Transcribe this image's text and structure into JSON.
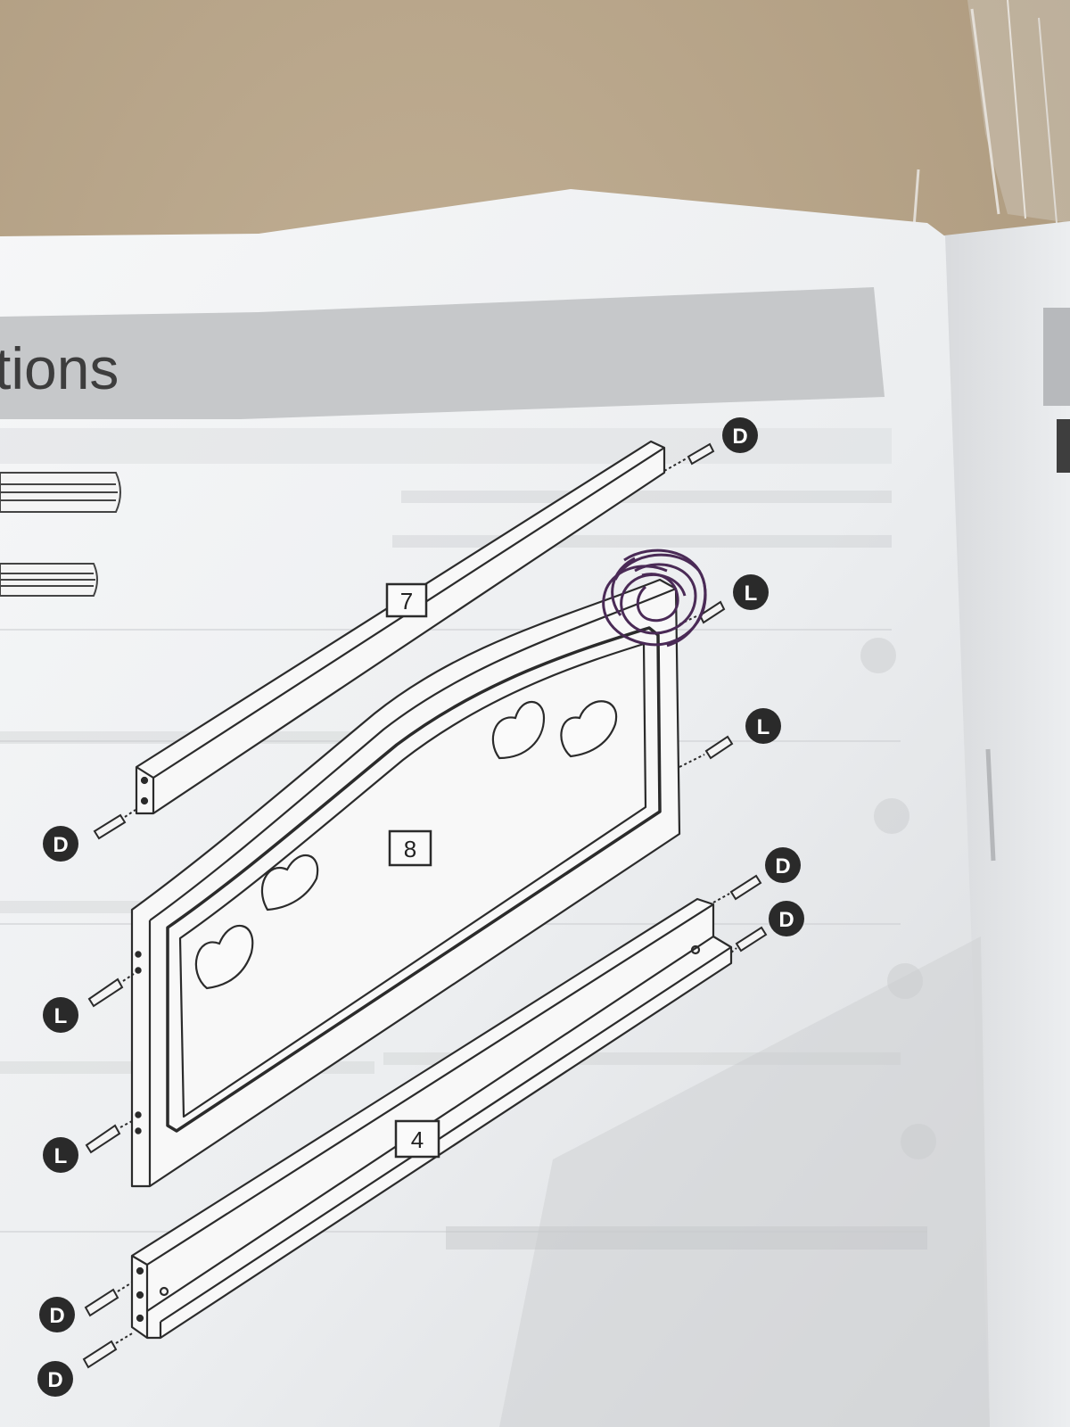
{
  "manual": {
    "section_title_fragment": "tions",
    "part_labels": {
      "top_rail": "7",
      "panel": "8",
      "bottom_rail": "4"
    },
    "hardware_badges": [
      {
        "letter": "D",
        "where": "top-rail-right"
      },
      {
        "letter": "L",
        "where": "panel-top-right"
      },
      {
        "letter": "L",
        "where": "panel-mid-right"
      },
      {
        "letter": "D",
        "where": "top-rail-left"
      },
      {
        "letter": "D",
        "where": "bottom-rail-right-upper"
      },
      {
        "letter": "D",
        "where": "bottom-rail-right-lower"
      },
      {
        "letter": "L",
        "where": "panel-left-upper"
      },
      {
        "letter": "L",
        "where": "panel-left-lower"
      },
      {
        "letter": "D",
        "where": "bottom-rail-left-upper"
      },
      {
        "letter": "D",
        "where": "bottom-rail-left-lower"
      }
    ]
  },
  "colors": {
    "cardboard": "#b9a78d",
    "paper": "#f1f2f4",
    "header_band": "#c9cbcd",
    "ink": "#2b2b2b",
    "pen_circle": "#4a2a56"
  }
}
